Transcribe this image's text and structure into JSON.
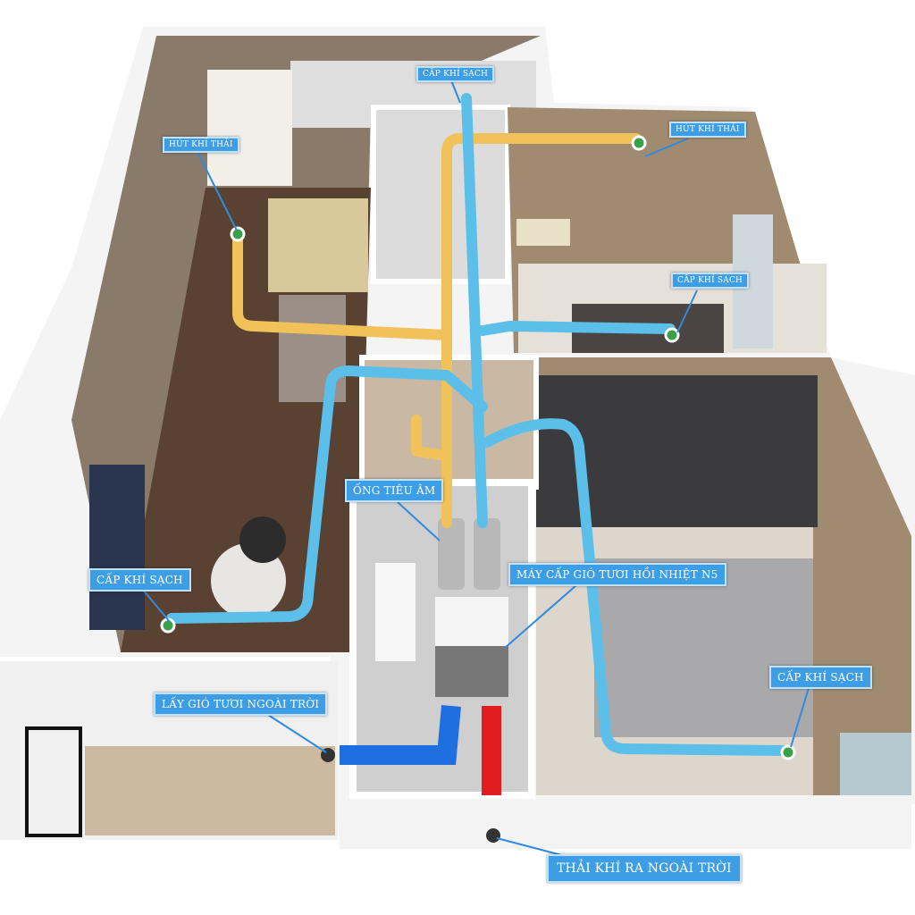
{
  "labels": {
    "supply_top": "CẤP KHÍ SẠCH",
    "exhaust_kitchen": "HÚT KHÍ THẢI",
    "exhaust_bedroom1": "HÚT KHÍ THẢI",
    "supply_bedroom1": "CẤP KHÍ SẠCH",
    "silencer": "ỐNG TIÊU ÂM",
    "erv_unit": "MÁY CẤP GIÓ TƯƠI HỒI NHIỆT N5",
    "supply_living": "CẤP KHÍ SẠCH",
    "fresh_air_intake": "LẤY GIÓ TƯƠI NGOÀI TRỜI",
    "supply_bedroom2": "CẤP KHÍ SẠCH",
    "exhaust_outdoor": "THẢI KHÍ RA NGOÀI TRỜI"
  },
  "colors": {
    "supply_pipe": "#5bbfea",
    "exhaust_pipe": "#f2c25a",
    "intake_pipe": "#1f6fe0",
    "outlet_pipe": "#e01e1e",
    "label_bg": "#3d9ee6"
  }
}
